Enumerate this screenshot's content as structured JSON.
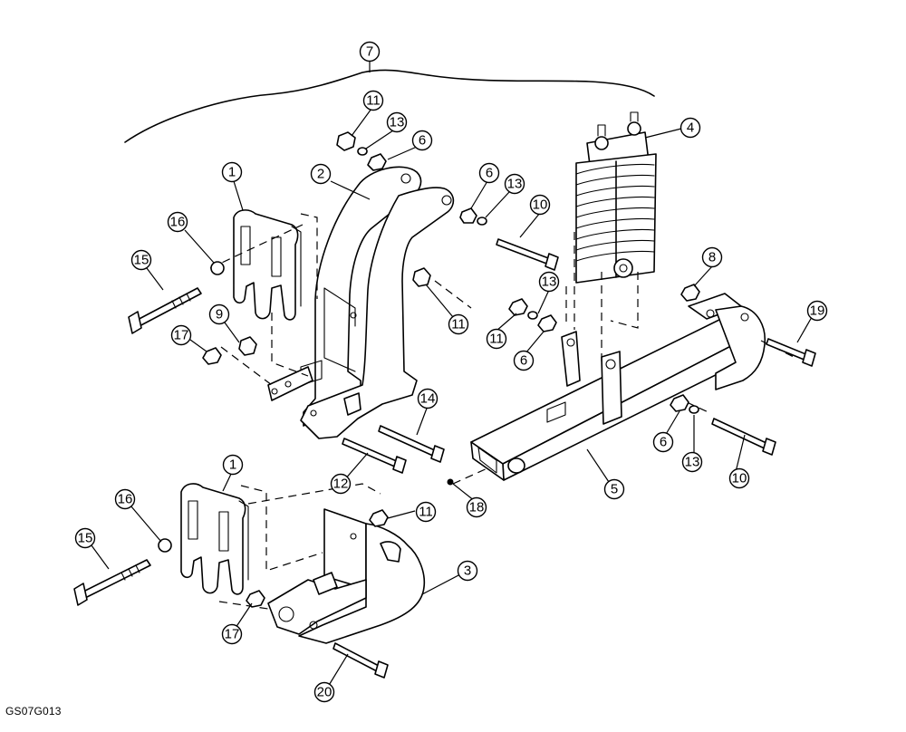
{
  "figure_code": "GS07G013",
  "callouts": [
    {
      "label": "7"
    },
    {
      "label": "11"
    },
    {
      "label": "13"
    },
    {
      "label": "6"
    },
    {
      "label": "4"
    },
    {
      "label": "2"
    },
    {
      "label": "1"
    },
    {
      "label": "16"
    },
    {
      "label": "15"
    },
    {
      "label": "6"
    },
    {
      "label": "13"
    },
    {
      "label": "10"
    },
    {
      "label": "8"
    },
    {
      "label": "11"
    },
    {
      "label": "13"
    },
    {
      "label": "9"
    },
    {
      "label": "17"
    },
    {
      "label": "11"
    },
    {
      "label": "6"
    },
    {
      "label": "19"
    },
    {
      "label": "14"
    },
    {
      "label": "6"
    },
    {
      "label": "13"
    },
    {
      "label": "12"
    },
    {
      "label": "5"
    },
    {
      "label": "10"
    },
    {
      "label": "18"
    },
    {
      "label": "1"
    },
    {
      "label": "16"
    },
    {
      "label": "11"
    },
    {
      "label": "15"
    },
    {
      "label": "3"
    },
    {
      "label": "17"
    },
    {
      "label": "20"
    }
  ]
}
